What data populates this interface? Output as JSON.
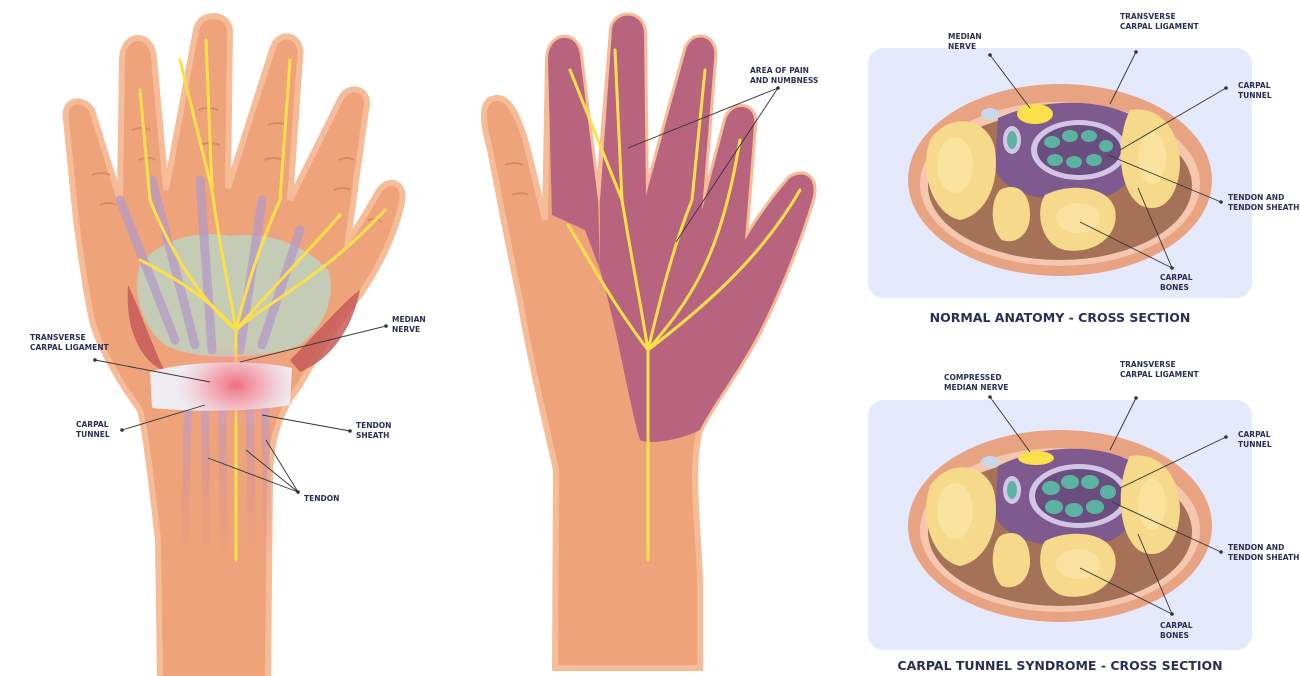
{
  "colors": {
    "skin": "#EFA37B",
    "skin_dark": "#D98B66",
    "skin_outline": "#F6BC98",
    "numb_area": "#B8647E",
    "nerve": "#FBE04C",
    "panel_bg": "#E4EAFB",
    "tendon_sheath": "#7E5A8E",
    "tendon": "#5DB3A1",
    "bone": "#F6D98A",
    "bone_light": "#FBE7A8",
    "inflamed": "#F0566A",
    "label_text": "#2A2F55"
  },
  "palm_view": {
    "labels": {
      "ligament": [
        "TRANSVERSE",
        "CARPAL LIGAMENT"
      ],
      "nerve": [
        "MEDIAN",
        "NERVE"
      ],
      "tunnel": [
        "CARPAL",
        "TUNNEL"
      ],
      "sheath": [
        "TENDON",
        "SHEATH"
      ],
      "tendon": "TENDON"
    }
  },
  "numb_view": {
    "labels": {
      "area": [
        "AREA OF PAIN",
        "AND NUMBNESS"
      ]
    }
  },
  "normal_section": {
    "caption": "NORMAL ANATOMY - CROSS SECTION",
    "labels": {
      "nerve": [
        "MEDIAN",
        "NERVE"
      ],
      "ligament": [
        "TRANSVERSE",
        "CARPAL LIGAMENT"
      ],
      "tunnel": [
        "CARPAL",
        "TUNNEL"
      ],
      "tendon": [
        "TENDON AND",
        "TENDON SHEATH"
      ],
      "bones": [
        "CARPAL",
        "BONES"
      ]
    }
  },
  "syndrome_section": {
    "caption": "CARPAL TUNNEL SYNDROME - CROSS SECTION",
    "labels": {
      "nerve": [
        "COMPRESSED",
        "MEDIAN NERVE"
      ],
      "ligament": [
        "TRANSVERSE",
        "CARPAL LIGAMENT"
      ],
      "tunnel": [
        "CARPAL",
        "TUNNEL"
      ],
      "tendon": [
        "TENDON AND",
        "TENDON SHEATH"
      ],
      "bones": [
        "CARPAL",
        "BONES"
      ]
    }
  }
}
